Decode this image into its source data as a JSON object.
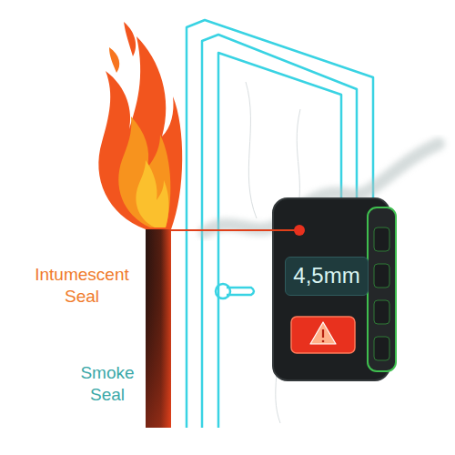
{
  "diagram": {
    "nodes": [
      {
        "text": [
          "4,5mm"
        ]
      }
    ],
    "labels": [
      "Intumescent Seal",
      "Smoke Seal"
    ]
  }
}
